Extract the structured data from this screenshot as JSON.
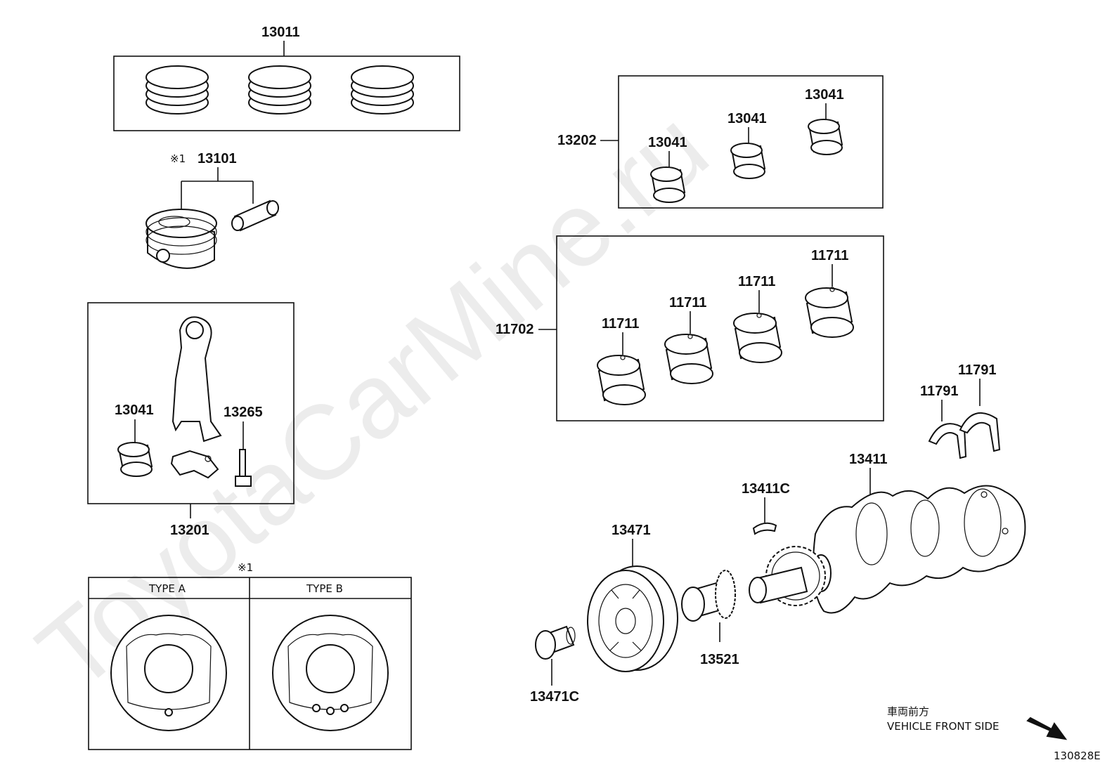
{
  "watermark": "ToyotaCarMine.ru",
  "figure_code": "130828E",
  "direction": {
    "label_jp": "車両前方",
    "label_en": "VEHICLE FRONT SIDE"
  },
  "note_mark": "※1",
  "type_table": {
    "type_a": "TYPE A",
    "type_b": "TYPE B"
  },
  "callouts": {
    "piston_ring_set": "13011",
    "piston_with_pin": "13101",
    "conrod_assy": "13201",
    "conrod_bearing_left": "13041",
    "conrod_bolt": "13265",
    "conrod_bearing_set": "13202",
    "conrod_bearing_a": "13041",
    "conrod_bearing_b": "13041",
    "conrod_bearing_c": "13041",
    "main_bearing_set": "11702",
    "main_bearing_a": "11711",
    "main_bearing_b": "11711",
    "main_bearing_c": "11711",
    "main_bearing_d": "11711",
    "thrust_washer_a": "11791",
    "thrust_washer_b": "11791",
    "crankshaft": "13411",
    "crank_key": "13411C",
    "pulley": "13471",
    "pulley_bolt": "13471C",
    "crank_sprocket": "13521"
  }
}
